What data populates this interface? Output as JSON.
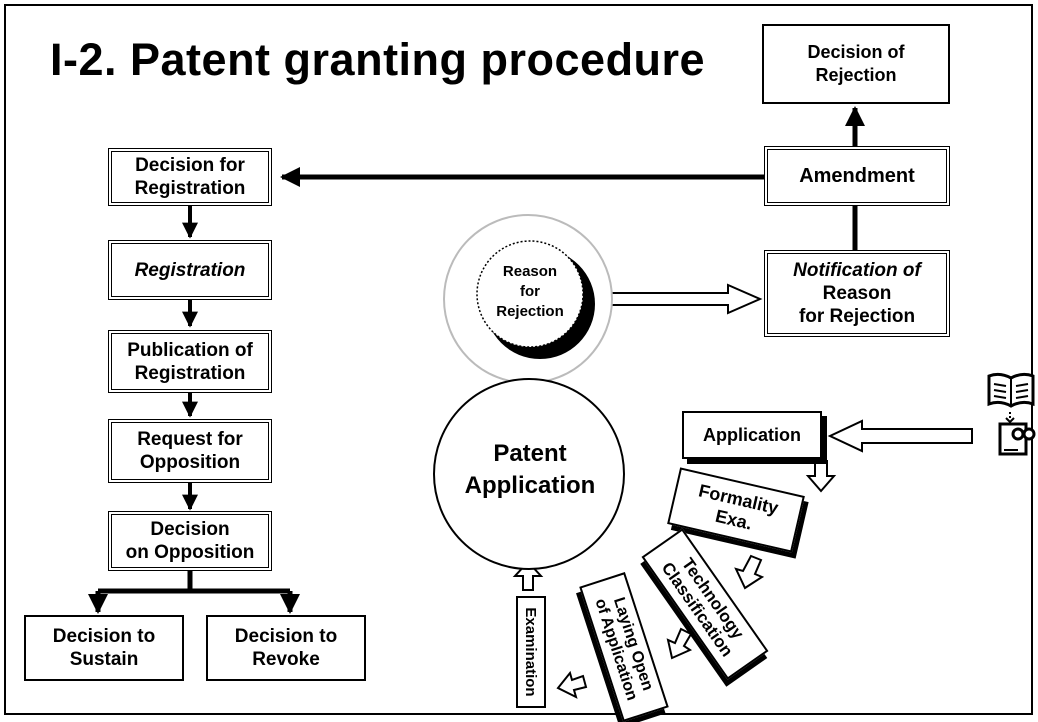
{
  "title": "I-2.  Patent granting procedure",
  "boxes": {
    "decision_of_rejection": "Decision of\nRejection",
    "amendment": "Amendment",
    "notification_line1": "Notification of",
    "notification_line2": "Reason\nfor Rejection",
    "decision_for_registration": "Decision for\nRegistration",
    "registration": "Registration",
    "publication_of_registration": "Publication of\nRegistration",
    "request_for_opposition": "Request for\nOpposition",
    "decision_on_opposition": "Decision\non Opposition",
    "decision_to_sustain": "Decision to\nSustain",
    "decision_to_revoke": "Decision to\nRevoke",
    "application": "Application",
    "formality_exa": "Formality\nExa.",
    "technology_classification": "Technology\nClassification",
    "laying_open": "Laying Open\nof Application",
    "examination": "Examination"
  },
  "circles": {
    "reason_for_rejection": "Reason\nfor\nRejection",
    "patent_application": "Patent\nApplication"
  },
  "icons": {
    "book": "open-book-icon",
    "applicant": "applicant-document-icon"
  }
}
